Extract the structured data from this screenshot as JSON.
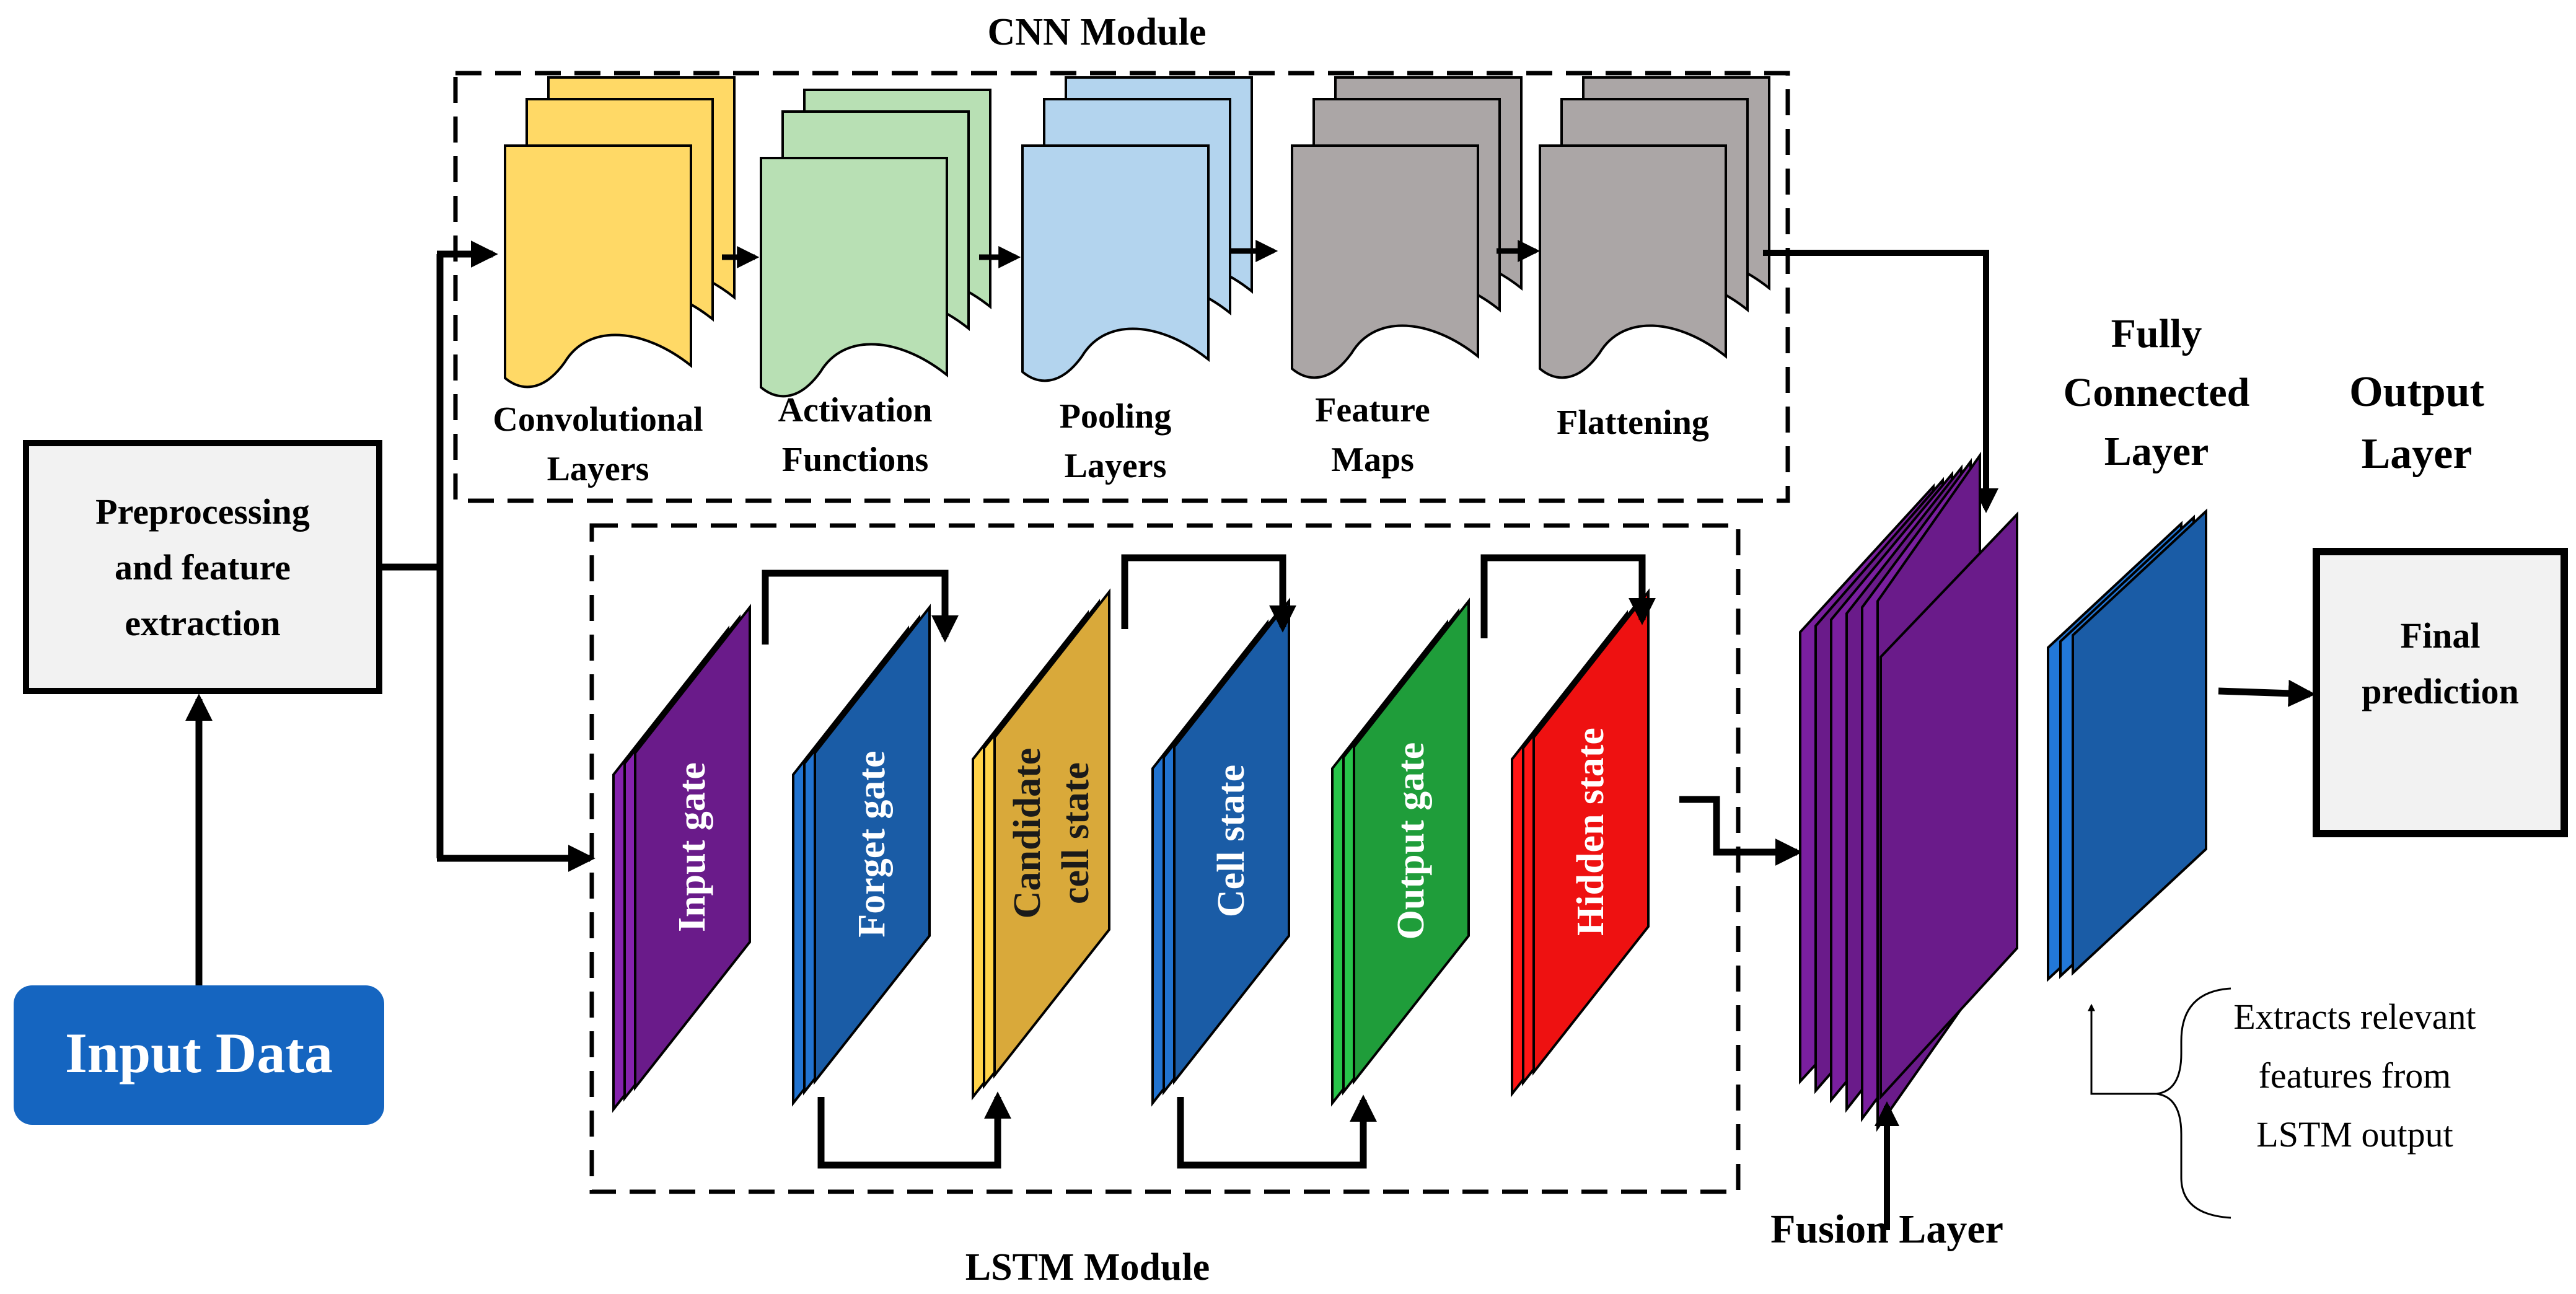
{
  "input": {
    "label": "Input Data",
    "color": "#1565C0"
  },
  "preprocessing": {
    "lines": [
      "Preprocessing",
      "and feature",
      "extraction"
    ]
  },
  "cnn": {
    "title": "CNN Module",
    "layers": [
      {
        "lines": [
          "Convolutional",
          "Layers"
        ],
        "color": "#FFD966"
      },
      {
        "lines": [
          "Activation",
          "Functions"
        ],
        "color": "#B8E0B4"
      },
      {
        "lines": [
          "Pooling",
          "Layers"
        ],
        "color": "#B3D4EE"
      },
      {
        "lines": [
          "Feature",
          "Maps"
        ],
        "color": "#ABA6A6"
      },
      {
        "lines": [
          "Flattening"
        ],
        "color": "#ABA6A6"
      }
    ]
  },
  "lstm": {
    "title": "LSTM Module",
    "gates": [
      {
        "lines": [
          "Input gate"
        ],
        "color": "#6A1B8A"
      },
      {
        "lines": [
          "Forget gate"
        ],
        "color": "#1A5CA6"
      },
      {
        "lines": [
          "Candidate",
          "cell state"
        ],
        "color": "#D9A93A"
      },
      {
        "lines": [
          "Cell state"
        ],
        "color": "#1A5CA6"
      },
      {
        "lines": [
          "Output gate"
        ],
        "color": "#1F9D3A"
      },
      {
        "lines": [
          "Hidden state"
        ],
        "color": "#EE1111"
      }
    ]
  },
  "fusion": {
    "label": "Fusion Layer",
    "color": "#6A1B8A"
  },
  "fully_connected": {
    "lines": [
      "Fully",
      "Connected",
      "Layer"
    ],
    "color": "#1A5CA6"
  },
  "output_layer": {
    "lines": [
      "Output",
      "Layer"
    ]
  },
  "final": {
    "lines": [
      "Final",
      "prediction"
    ]
  },
  "annotation": {
    "lines": [
      "Extracts relevant",
      "features from",
      "LSTM output"
    ]
  }
}
